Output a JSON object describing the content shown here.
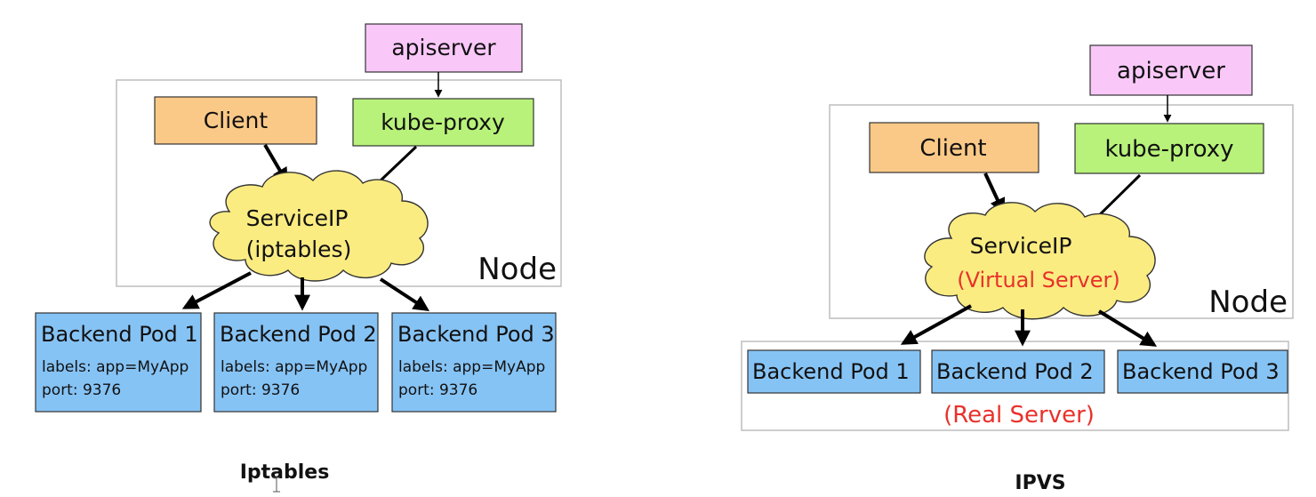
{
  "left": {
    "caption": "Iptables",
    "apiserver": "apiserver",
    "client": "Client",
    "kube_proxy": "kube-proxy",
    "service_line1": "ServiceIP",
    "service_line2": "(iptables)",
    "node": "Node",
    "pods": [
      {
        "title": "Backend Pod 1",
        "labels": "labels: app=MyApp",
        "port": "port: 9376"
      },
      {
        "title": "Backend Pod 2",
        "labels": "labels: app=MyApp",
        "port": "port: 9376"
      },
      {
        "title": "Backend Pod 3",
        "labels": "labels: app=MyApp",
        "port": "port: 9376"
      }
    ]
  },
  "right": {
    "caption": "IPVS",
    "apiserver": "apiserver",
    "client": "Client",
    "kube_proxy": "kube-proxy",
    "service_line1": "ServiceIP",
    "service_line2": "(Virtual Server)",
    "node": "Node",
    "real_server": "(Real Server)",
    "pods": [
      {
        "title": "Backend Pod 1"
      },
      {
        "title": "Backend Pod 2"
      },
      {
        "title": "Backend Pod 3"
      }
    ]
  },
  "colors": {
    "apiserver": "#f9c8f9",
    "client": "#fbc987",
    "kube_proxy": "#b8f27a",
    "cloud": "#fbec82",
    "pod": "#86c3f5",
    "red_text": "#e8312a"
  }
}
